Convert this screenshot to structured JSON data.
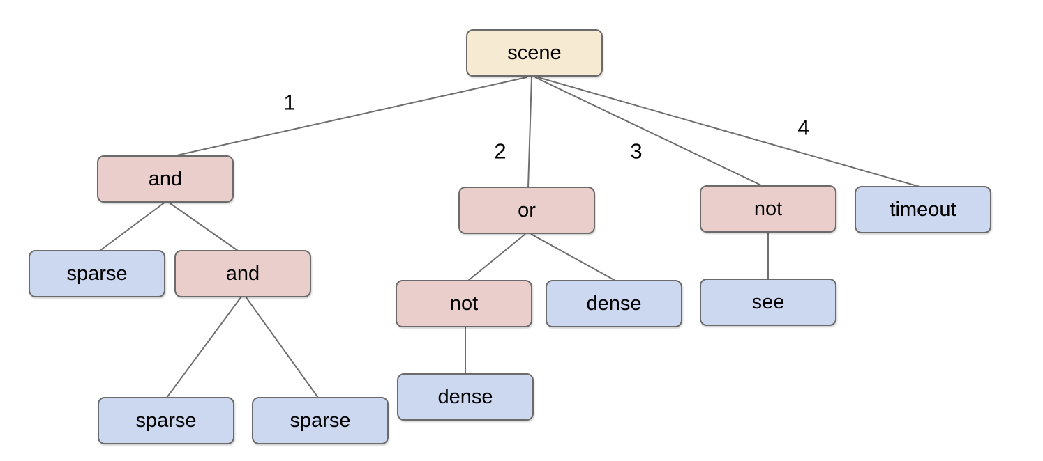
{
  "diagram_type": "tree",
  "colors": {
    "root-fill": "#f7ead3",
    "operator-fill": "#e9cecb",
    "leaf-fill": "#ccd7f0",
    "node-border": "#6b6b6b",
    "edge-line": "#6e6e6e",
    "text": "#000000"
  },
  "nodes": [
    {
      "id": "scene",
      "label": "scene",
      "kind": "root"
    },
    {
      "id": "and-1",
      "label": "and",
      "kind": "operator"
    },
    {
      "id": "or-1",
      "label": "or",
      "kind": "operator"
    },
    {
      "id": "not-1",
      "label": "not",
      "kind": "operator"
    },
    {
      "id": "timeout-1",
      "label": "timeout",
      "kind": "leaf"
    },
    {
      "id": "sparse-1",
      "label": "sparse",
      "kind": "leaf"
    },
    {
      "id": "and-2",
      "label": "and",
      "kind": "operator"
    },
    {
      "id": "not-2",
      "label": "not",
      "kind": "operator"
    },
    {
      "id": "dense-1",
      "label": "dense",
      "kind": "leaf"
    },
    {
      "id": "see-1",
      "label": "see",
      "kind": "leaf"
    },
    {
      "id": "dense-2",
      "label": "dense",
      "kind": "leaf"
    },
    {
      "id": "sparse-2",
      "label": "sparse",
      "kind": "leaf"
    },
    {
      "id": "sparse-3",
      "label": "sparse",
      "kind": "leaf"
    }
  ],
  "edges": [
    {
      "from": "scene",
      "to": "and-1",
      "label": "1"
    },
    {
      "from": "scene",
      "to": "or-1",
      "label": "2"
    },
    {
      "from": "scene",
      "to": "not-1",
      "label": "3"
    },
    {
      "from": "scene",
      "to": "timeout-1",
      "label": "4"
    },
    {
      "from": "and-1",
      "to": "sparse-1",
      "label": ""
    },
    {
      "from": "and-1",
      "to": "and-2",
      "label": ""
    },
    {
      "from": "and-2",
      "to": "sparse-2",
      "label": ""
    },
    {
      "from": "and-2",
      "to": "sparse-3",
      "label": ""
    },
    {
      "from": "or-1",
      "to": "not-2",
      "label": ""
    },
    {
      "from": "or-1",
      "to": "dense-1",
      "label": ""
    },
    {
      "from": "not-2",
      "to": "dense-2",
      "label": ""
    },
    {
      "from": "not-1",
      "to": "see-1",
      "label": ""
    }
  ]
}
